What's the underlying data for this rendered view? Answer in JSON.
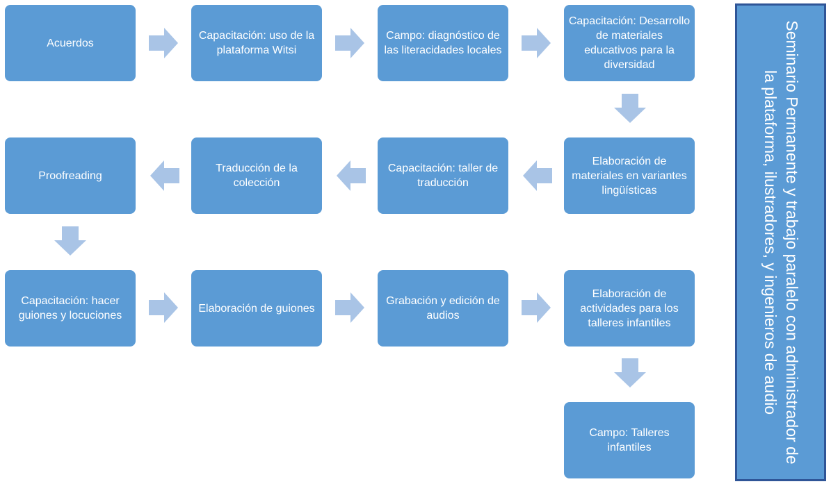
{
  "flow": {
    "steps": [
      "Acuerdos",
      "Capacitación: uso de la plataforma Witsi",
      "Campo: diagnóstico de las literacidades locales",
      "Capacitación: Desarrollo de materiales educativos para la diversidad",
      "Elaboración de materiales en variantes lingüísticas",
      "Capacitación: taller de traducción",
      "Traducción de la colección",
      "Proofreading",
      "Capacitación: hacer guiones y locuciones",
      "Elaboración de guiones",
      "Grabación y edición de audios",
      "Elaboración de actividades para los talleres infantiles",
      "Campo: Talleres infantiles"
    ]
  },
  "side_panel": {
    "text": "Seminario Permanente y trabajo paralelo con administrador de la plataforma, ilustradores, y ingenieros de audio"
  },
  "colors": {
    "box_fill": "#5b9bd5",
    "arrow_fill": "#a9c4e6",
    "panel_border": "#2f5597"
  }
}
